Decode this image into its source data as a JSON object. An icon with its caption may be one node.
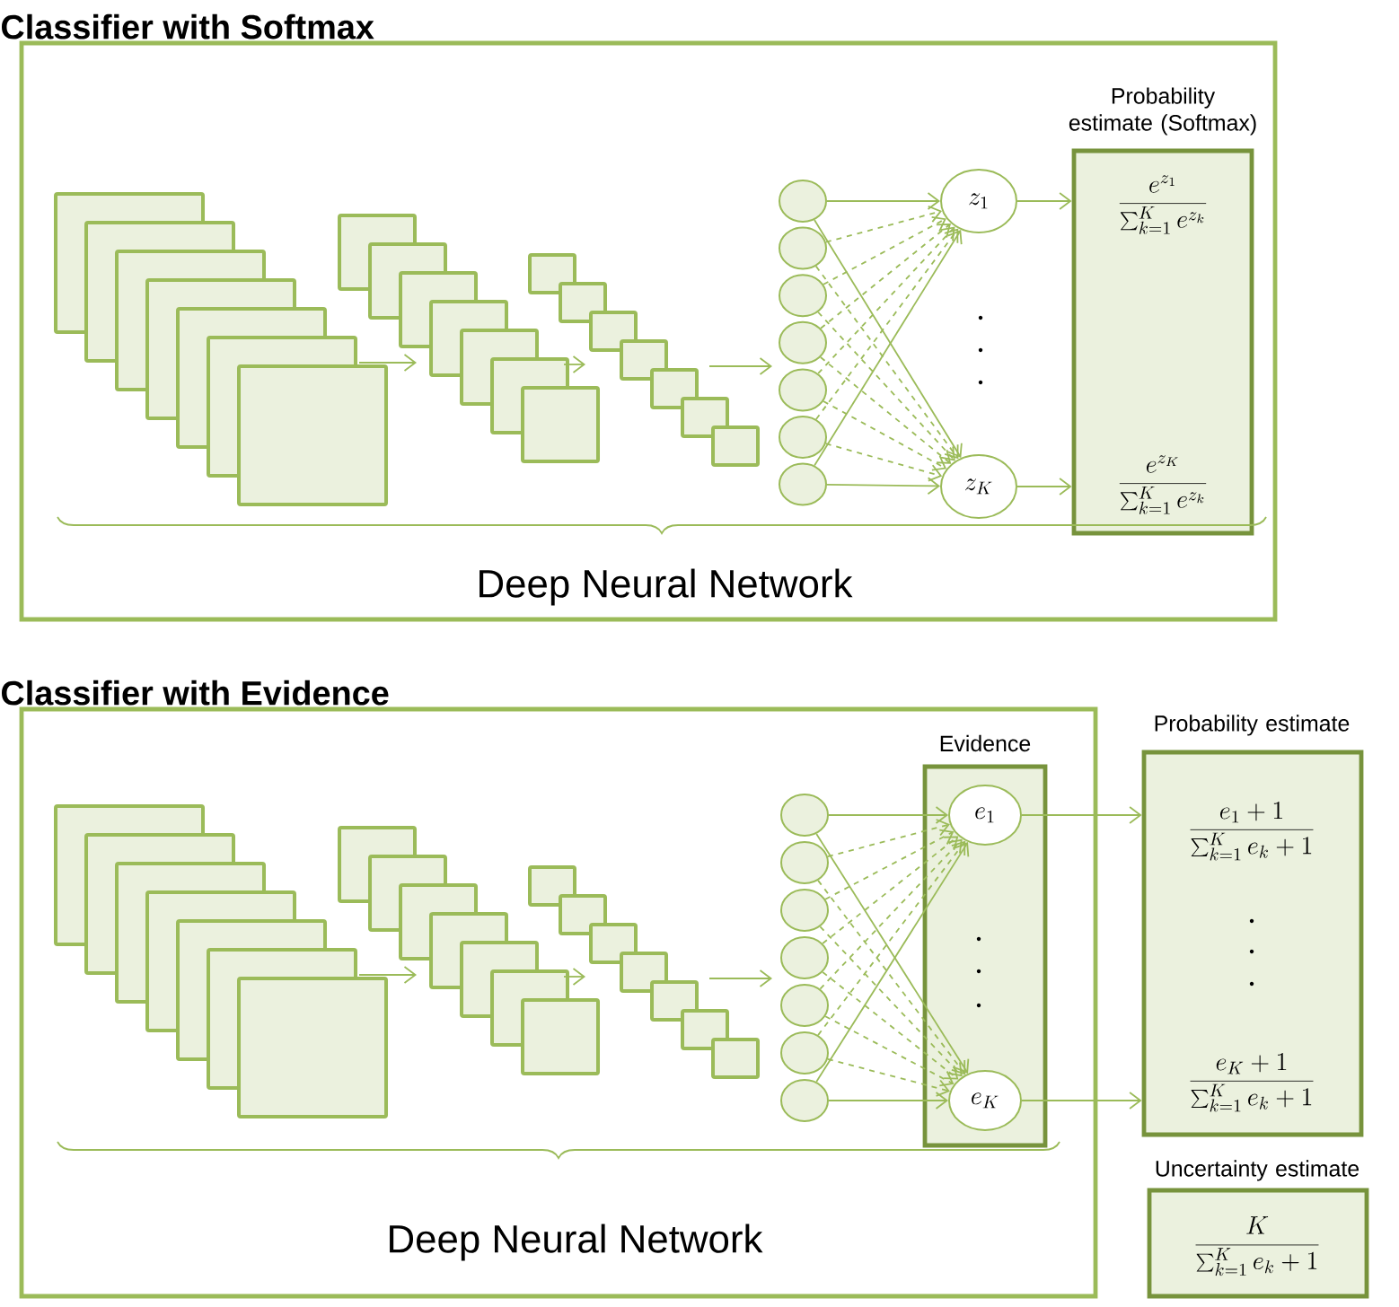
{
  "diagram": {
    "nodes": [
      {
        "text": [
          "Classifier with Softmax"
        ]
      },
      {
        "text": [],
        "shape": "box",
        "in": 0
      },
      {
        "text": [],
        "shape": "box",
        "in": 0
      },
      {
        "text": [],
        "shape": "box",
        "in": 0
      },
      {
        "text": [],
        "shape": "circle",
        "in": 0
      },
      {
        "text": [],
        "shape": "circle",
        "in": 0
      },
      {
        "text": [],
        "shape": "circle",
        "in": 0
      },
      {
        "text": [],
        "shape": "circle",
        "in": 0
      },
      {
        "text": [],
        "shape": "circle",
        "in": 0
      },
      {
        "text": [],
        "shape": "circle",
        "in": 0
      },
      {
        "text": [],
        "shape": "circle",
        "in": 0
      },
      {
        "text": [
          "z_1"
        ],
        "in": 0
      },
      {
        "text": [
          "z_K"
        ],
        "in": 0
      },
      {
        "text": [
          "Probability estimate (Softmax)",
          "\\frac{e^{z_1}}{\\sum\\nolimits_{k=1}^{K} e^{z_k}}",
          "\\frac{e^{z_K}}{\\sum\\nolimits_{k=1}^{K} e^{z_k}}"
        ],
        "in": 0
      },
      {
        "text": [
          "Classifier with Evidence"
        ]
      },
      {
        "text": [],
        "shape": "box",
        "in": 14
      },
      {
        "text": [],
        "shape": "box",
        "in": 14
      },
      {
        "text": [],
        "shape": "box",
        "in": 14
      },
      {
        "text": [],
        "shape": "circle",
        "in": 14
      },
      {
        "text": [],
        "shape": "circle",
        "in": 14
      },
      {
        "text": [],
        "shape": "circle",
        "in": 14
      },
      {
        "text": [],
        "shape": "circle",
        "in": 14
      },
      {
        "text": [],
        "shape": "circle",
        "in": 14
      },
      {
        "text": [],
        "shape": "circle",
        "in": 14
      },
      {
        "text": [],
        "shape": "circle",
        "in": 14
      },
      {
        "text": [
          "Evidence"
        ],
        "in": 14
      },
      {
        "text": [
          "e_1"
        ],
        "in": 25
      },
      {
        "text": [
          "e_K"
        ],
        "in": 25
      },
      {
        "text": [
          "Probability estimate",
          "\\frac{e_1+1}{\\sum\\nolimits_{k=1}^{K} e_k+1}",
          "\\frac{e_K+1}{\\sum\\nolimits_{k=1}^{K} e_k+1}"
        ]
      },
      {
        "text": [
          "Uncertainty estimate",
          "\\frac{K}{\\sum\\nolimits_{k=1}^{K} e_k+1}"
        ]
      }
    ],
    "edges": [
      {
        "from": 1,
        "to": 2,
        "arrow": "to"
      },
      {
        "from": 2,
        "to": 3,
        "arrow": "to"
      },
      {
        "from": 3,
        "to": 7,
        "arrow": "to"
      },
      {
        "from": 4,
        "to": 11,
        "arrow": "to"
      },
      {
        "from": 4,
        "to": 12,
        "arrow": "to"
      },
      {
        "from": 5,
        "to": 11,
        "arrow": "to",
        "style": "dashed"
      },
      {
        "from": 5,
        "to": 12,
        "arrow": "to",
        "style": "dashed"
      },
      {
        "from": 6,
        "to": 11,
        "arrow": "to",
        "style": "dashed"
      },
      {
        "from": 6,
        "to": 12,
        "arrow": "to",
        "style": "dashed"
      },
      {
        "from": 7,
        "to": 11,
        "arrow": "to",
        "style": "dashed"
      },
      {
        "from": 7,
        "to": 12,
        "arrow": "to",
        "style": "dashed"
      },
      {
        "from": 8,
        "to": 11,
        "arrow": "to",
        "style": "dashed"
      },
      {
        "from": 8,
        "to": 12,
        "arrow": "to",
        "style": "dashed"
      },
      {
        "from": 9,
        "to": 11,
        "arrow": "to",
        "style": "dashed"
      },
      {
        "from": 9,
        "to": 12,
        "arrow": "to",
        "style": "dashed"
      },
      {
        "from": 10,
        "to": 11,
        "arrow": "to"
      },
      {
        "from": 10,
        "to": 12,
        "arrow": "to"
      },
      {
        "from": 11,
        "to": 13,
        "arrow": "to"
      },
      {
        "from": 12,
        "to": 13,
        "arrow": "to"
      },
      {
        "from": 15,
        "to": 16,
        "arrow": "to"
      },
      {
        "from": 16,
        "to": 17,
        "arrow": "to"
      },
      {
        "from": 17,
        "to": 21,
        "arrow": "to"
      },
      {
        "from": 18,
        "to": 26,
        "arrow": "to"
      },
      {
        "from": 18,
        "to": 27,
        "arrow": "to"
      },
      {
        "from": 19,
        "to": 26,
        "arrow": "to",
        "style": "dashed"
      },
      {
        "from": 19,
        "to": 27,
        "arrow": "to",
        "style": "dashed"
      },
      {
        "from": 20,
        "to": 26,
        "arrow": "to",
        "style": "dashed"
      },
      {
        "from": 20,
        "to": 27,
        "arrow": "to",
        "style": "dashed"
      },
      {
        "from": 21,
        "to": 26,
        "arrow": "to",
        "style": "dashed"
      },
      {
        "from": 21,
        "to": 27,
        "arrow": "to",
        "style": "dashed"
      },
      {
        "from": 22,
        "to": 26,
        "arrow": "to",
        "style": "dashed"
      },
      {
        "from": 22,
        "to": 27,
        "arrow": "to",
        "style": "dashed"
      },
      {
        "from": 23,
        "to": 26,
        "arrow": "to",
        "style": "dashed"
      },
      {
        "from": 23,
        "to": 27,
        "arrow": "to",
        "style": "dashed"
      },
      {
        "from": 24,
        "to": 26,
        "arrow": "to"
      },
      {
        "from": 24,
        "to": 27,
        "arrow": "to"
      },
      {
        "from": 26,
        "to": 28,
        "arrow": "to"
      },
      {
        "from": 27,
        "to": 28,
        "arrow": "to"
      }
    ],
    "labels": [
      "Deep Neural Network",
      "Deep Neural Network"
    ]
  }
}
